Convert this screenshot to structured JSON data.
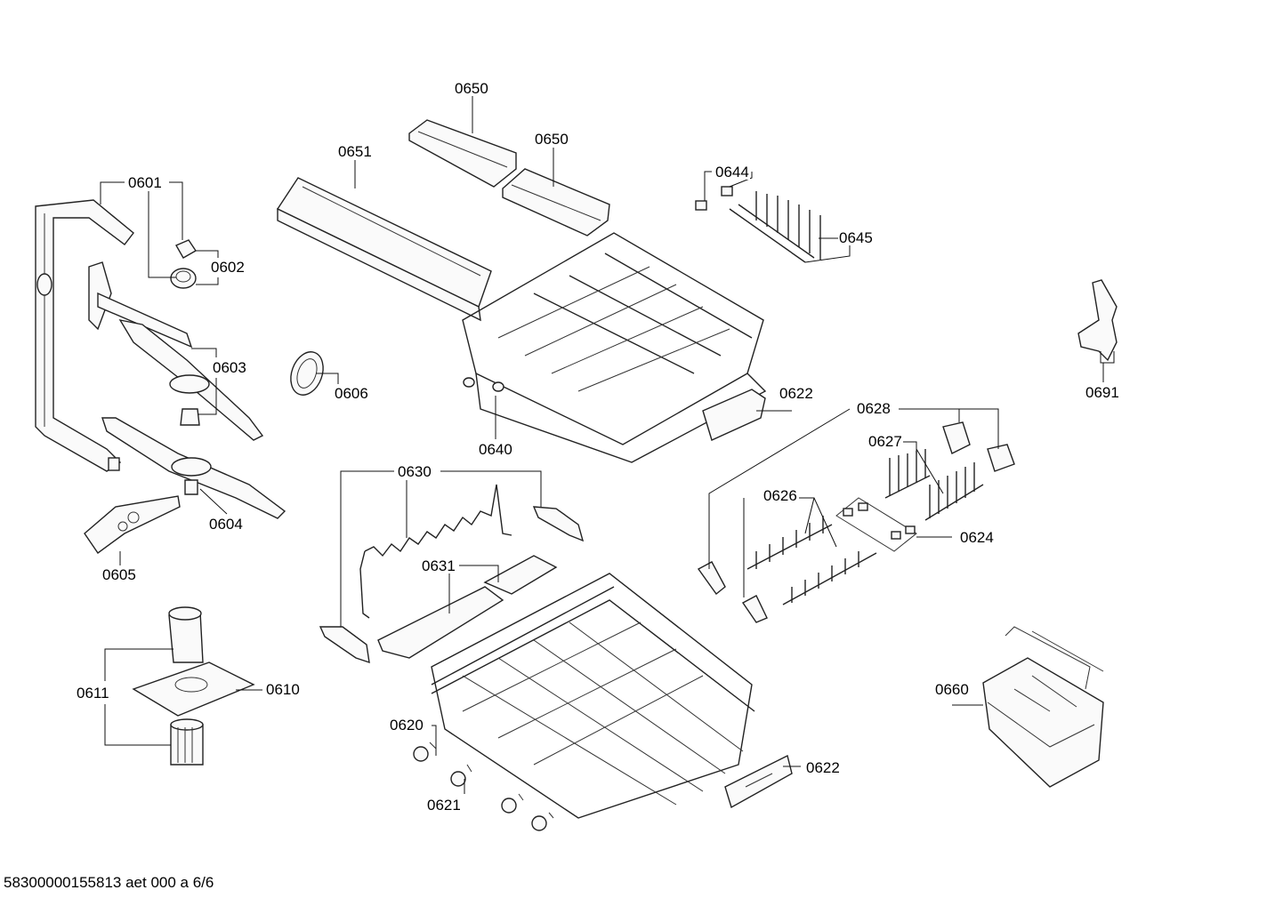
{
  "labels": {
    "l0650a": "0650",
    "l0650b": "0650",
    "l0651": "0651",
    "l0601": "0601",
    "l0602": "0602",
    "l0603": "0603",
    "l0604": "0604",
    "l0605": "0605",
    "l0606": "0606",
    "l0610": "0610",
    "l0611": "0611",
    "l0620": "0620",
    "l0621": "0621",
    "l0622a": "0622",
    "l0622b": "0622",
    "l0624": "0624",
    "l0626": "0626",
    "l0627": "0627",
    "l0628": "0628",
    "l0630": "0630",
    "l0631": "0631",
    "l0640": "0640",
    "l0644": "0644",
    "l0645": "0645",
    "l0660": "0660",
    "l0691": "0691"
  },
  "footer": "58300000155813 aet 000 a 6/6"
}
